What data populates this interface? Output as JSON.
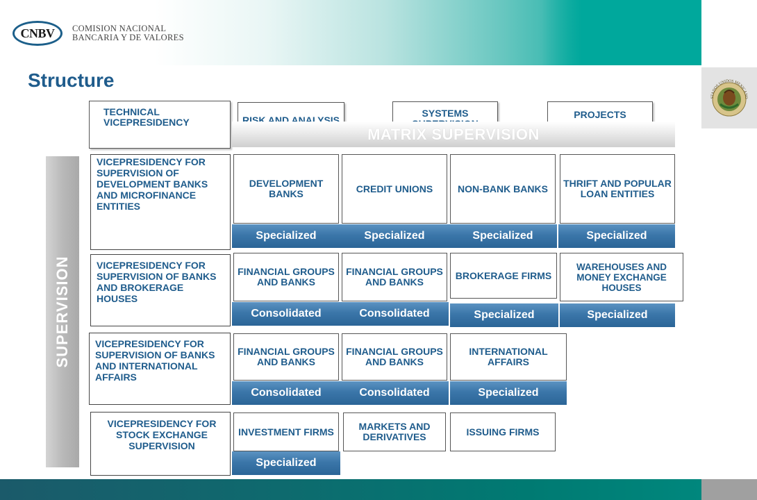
{
  "header": {
    "logo_abbrev": "CNBV",
    "logo_line1": "COMISION NACIONAL",
    "logo_line2": "BANCARIA Y DE VALORES",
    "seal_text": "ESTADOS UNIDOS MEXICANOS"
  },
  "title": "Structure",
  "top_row": {
    "technical": "TECHNICAL VICEPRESIDENCY",
    "risk": "RISK AND ANALYSIS",
    "systems": "SYSTEMS SUPERVISION",
    "projects": "PROJECTS DEVELOPMENT"
  },
  "matrix_label": "MATRIX SUPERVISION",
  "supervision_label": "SUPERVISION",
  "vicepresidencies": [
    "VICEPRESIDENCY FOR SUPERVISION OF DEVELOPMENT BANKS AND MICROFINANCE ENTITIES",
    "VICEPRESIDENCY FOR SUPERVISION OF BANKS AND BROKERAGE HOUSES",
    "VICEPRESIDENCY FOR SUPERVISION OF BANKS AND INTERNATIONAL AFFAIRS",
    "VICEPRESIDENCY FOR STOCK EXCHANGE SUPERVISION"
  ],
  "rows": [
    [
      {
        "name": "DEVELOPMENT BANKS",
        "tag": "Specialized"
      },
      {
        "name": "CREDIT UNIONS",
        "tag": "Specialized"
      },
      {
        "name": "NON-BANK BANKS",
        "tag": "Specialized"
      },
      {
        "name": "THRIFT AND POPULAR LOAN ENTITIES",
        "tag": "Specialized"
      }
    ],
    [
      {
        "name": "FINANCIAL GROUPS AND BANKS",
        "tag": "Consolidated"
      },
      {
        "name": "FINANCIAL GROUPS AND BANKS",
        "tag": "Consolidated"
      },
      {
        "name": "BROKERAGE FIRMS",
        "tag": "Specialized"
      },
      {
        "name": "WAREHOUSES AND MONEY EXCHANGE HOUSES",
        "tag": "Specialized"
      }
    ],
    [
      {
        "name": "FINANCIAL GROUPS AND BANKS",
        "tag": "Consolidated"
      },
      {
        "name": "FINANCIAL GROUPS AND BANKS",
        "tag": "Consolidated"
      },
      {
        "name": "INTERNATIONAL AFFAIRS",
        "tag": "Specialized"
      }
    ],
    [
      {
        "name": "INVESTMENT FIRMS",
        "tag": "Specialized"
      },
      {
        "name": "MARKETS AND DERIVATIVES"
      },
      {
        "name": "ISSUING FIRMS"
      }
    ]
  ],
  "colors": {
    "title_blue": "#1f5c8c",
    "bar_blue": "#3b76a9",
    "teal": "#00a89c",
    "footer": "#0e6a6e"
  }
}
